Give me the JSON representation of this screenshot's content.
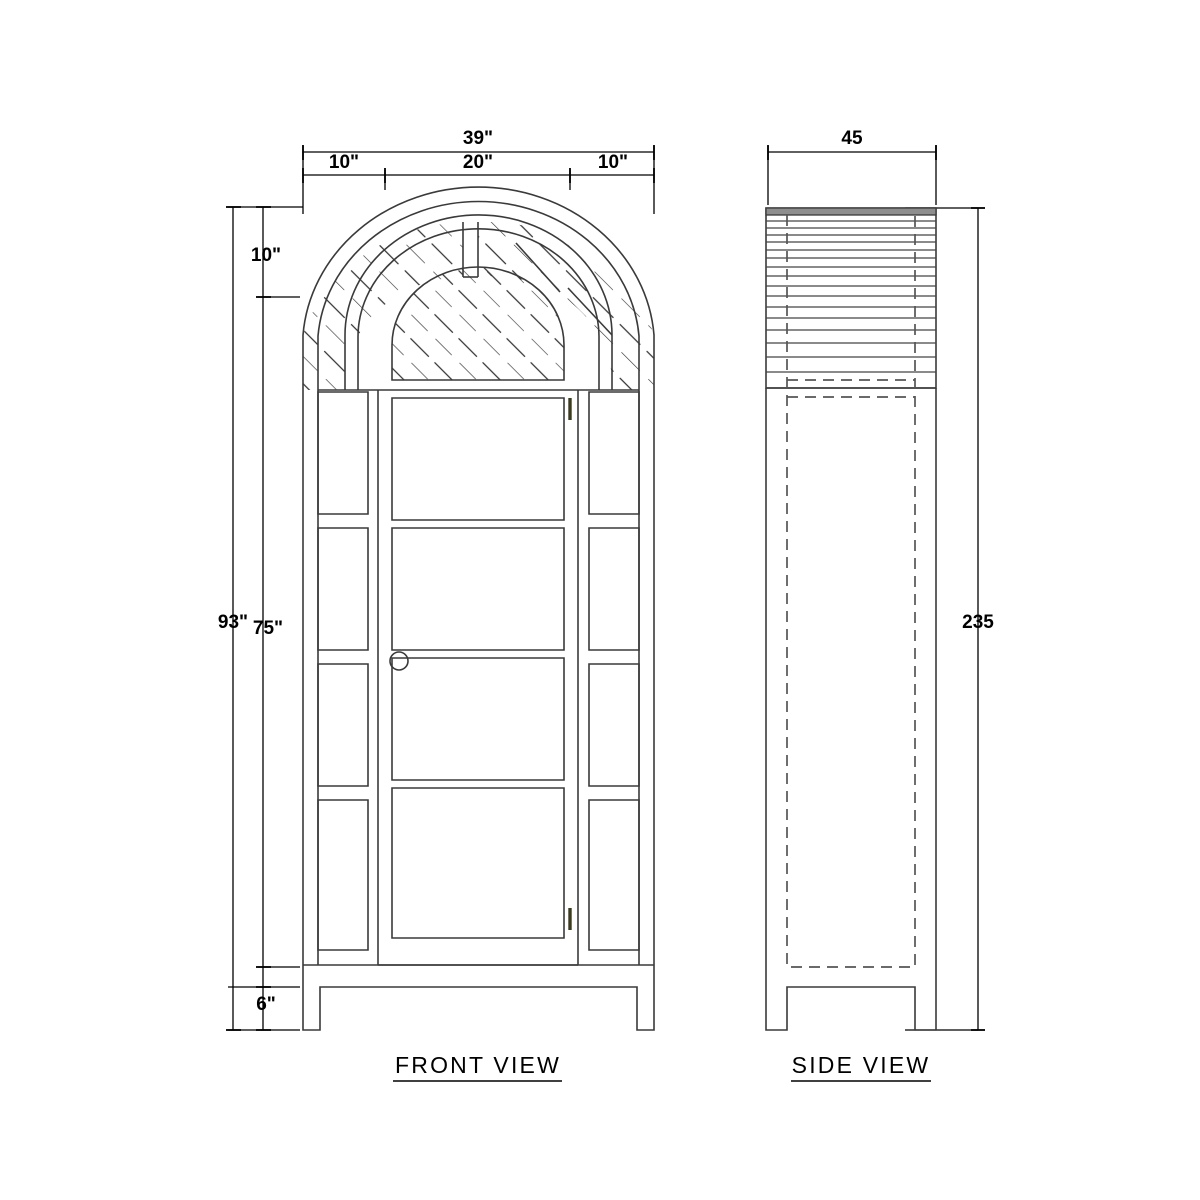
{
  "sheet": {
    "background": "#ffffff",
    "line_color": "#3a3a3a",
    "text_color": "#000000"
  },
  "views": [
    {
      "id": "front",
      "label": "FRONT  VIEW"
    },
    {
      "id": "side",
      "label": "SIDE  VIEW"
    }
  ],
  "labels": {
    "front_view": "FRONT  VIEW",
    "side_view": "SIDE  VIEW"
  },
  "dimensions": {
    "front": {
      "overall_width": "39\"",
      "left_panel_width": "10\"",
      "center_door_width": "20\"",
      "right_panel_width": "10\"",
      "overall_height": "93\"",
      "arch_top_height": "10\"",
      "body_height": "75\"",
      "leg_height": "6\""
    },
    "side": {
      "depth": "45",
      "overall_height": "235"
    }
  },
  "dimension_list": [
    {
      "name": "overall-width",
      "value": "39\"",
      "view": "front",
      "orientation": "horizontal"
    },
    {
      "name": "left-panel-width",
      "value": "10\"",
      "view": "front",
      "orientation": "horizontal"
    },
    {
      "name": "door-width",
      "value": "20\"",
      "view": "front",
      "orientation": "horizontal"
    },
    {
      "name": "right-panel-width",
      "value": "10\"",
      "view": "front",
      "orientation": "horizontal"
    },
    {
      "name": "overall-height",
      "value": "93\"",
      "view": "front",
      "orientation": "vertical"
    },
    {
      "name": "arch-height",
      "value": "10\"",
      "view": "front",
      "orientation": "vertical"
    },
    {
      "name": "body-height",
      "value": "75\"",
      "view": "front",
      "orientation": "vertical"
    },
    {
      "name": "leg-height",
      "value": "6\"",
      "view": "front",
      "orientation": "vertical"
    },
    {
      "name": "side-depth",
      "value": "45",
      "view": "side",
      "orientation": "horizontal"
    },
    {
      "name": "side-height",
      "value": "235",
      "view": "side",
      "orientation": "vertical"
    }
  ]
}
